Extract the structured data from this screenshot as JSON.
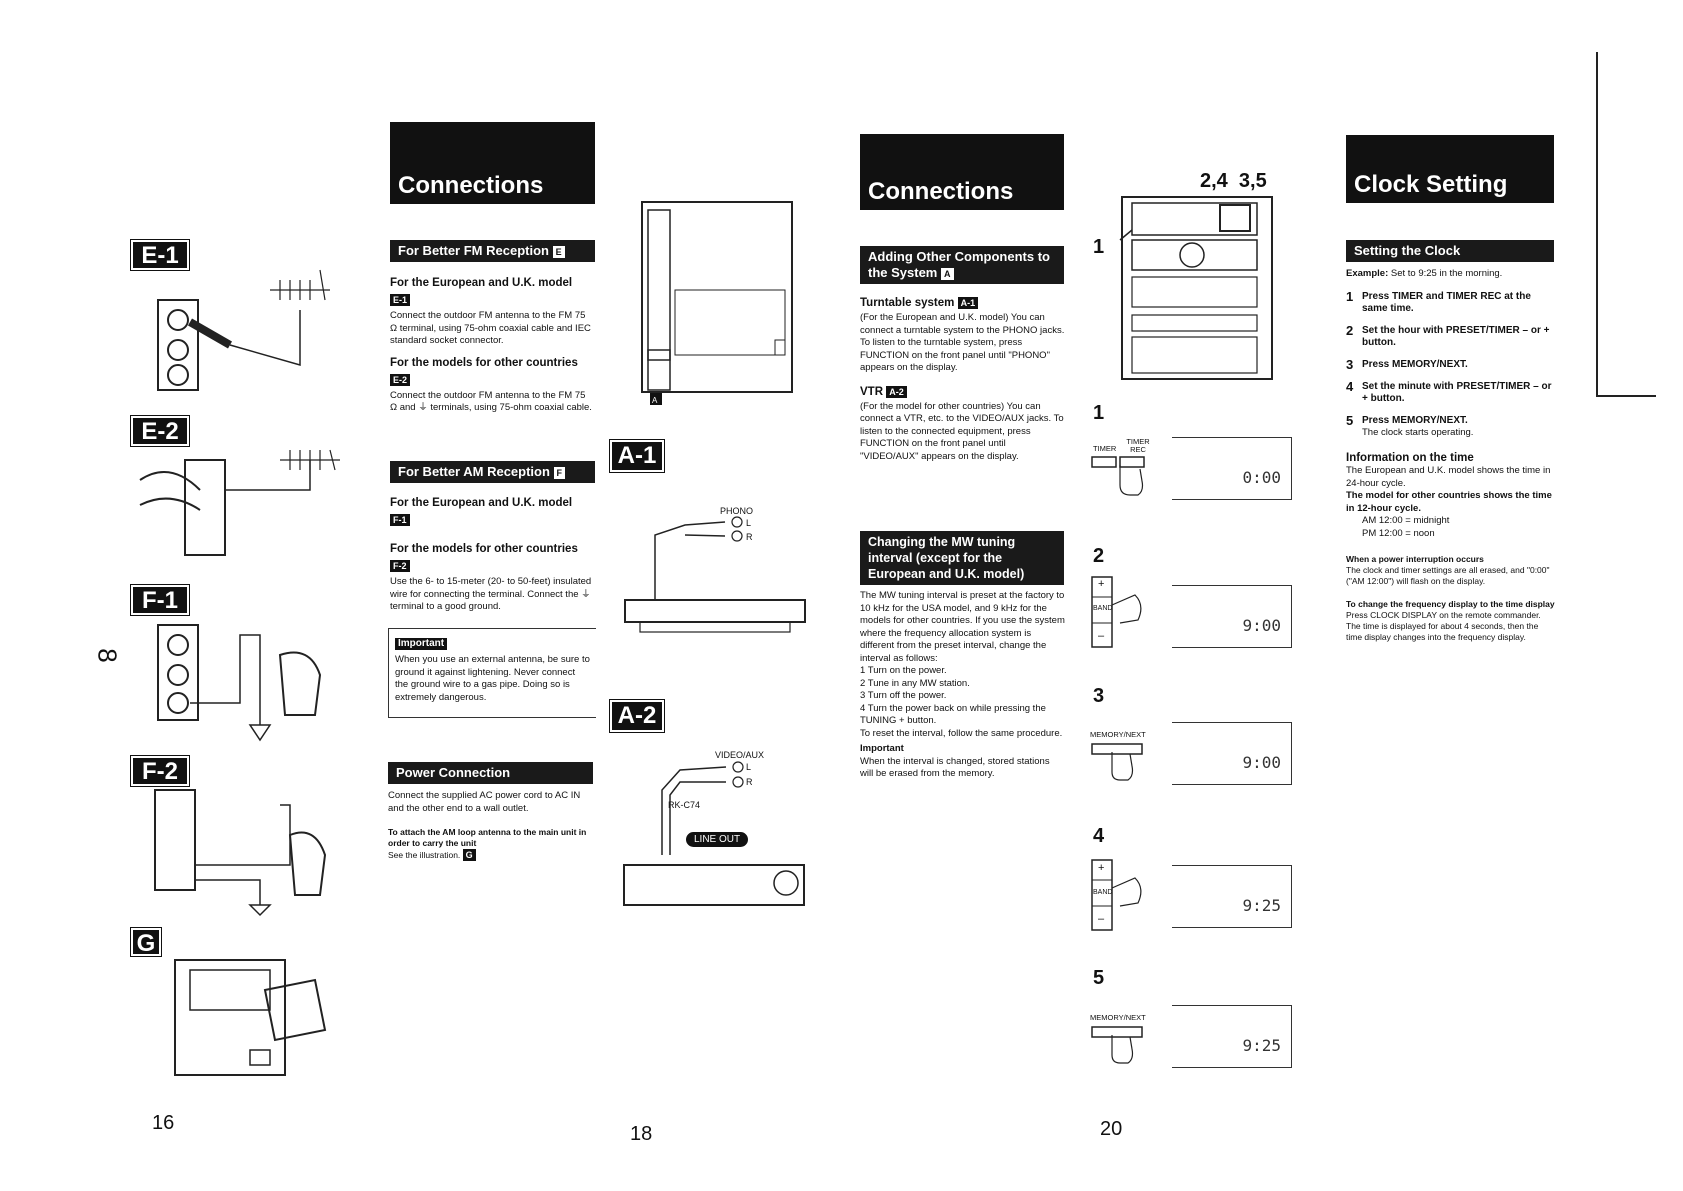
{
  "page16": {
    "page_number": "16",
    "side_marker": "8",
    "figures": [
      {
        "id": "e1",
        "label": "E-1"
      },
      {
        "id": "e2",
        "label": "E-2"
      },
      {
        "id": "f1",
        "label": "F-1"
      },
      {
        "id": "f2",
        "label": "F-2"
      },
      {
        "id": "g",
        "label": "G"
      }
    ]
  },
  "connections_left": {
    "title": "Connections",
    "fm": {
      "heading": "For Better FM Reception",
      "heading_badge": "E",
      "eu_title": "For the European and U.K. model",
      "eu_badge": "E-1",
      "eu_text": "Connect the outdoor FM antenna to the FM 75 Ω terminal, using 75-ohm coaxial cable and IEC standard socket connector.",
      "other_title": "For the models for other countries",
      "other_badge": "E-2",
      "other_text": "Connect the outdoor FM antenna to the FM 75 Ω and ⏚ terminals, using 75-ohm coaxial cable."
    },
    "am": {
      "heading": "For Better AM Reception",
      "heading_badge": "F",
      "eu_title": "For the European and U.K. model",
      "eu_badge": "F-1",
      "other_title": "For the models for other countries",
      "other_badge": "F-2",
      "other_text": "Use the 6- to 15-meter (20- to 50-feet) insulated wire for connecting the terminal. Connect the ⏚ terminal to a good ground."
    },
    "important": {
      "label": "Important",
      "text": "When you use an external antenna, be sure to ground it against lightening. Never connect the ground wire to a gas pipe. Doing so is extremely dangerous."
    },
    "power": {
      "heading": "Power Connection",
      "text": "Connect the supplied AC power cord to AC IN and the other end to a wall outlet.",
      "note_bold": "To attach the AM loop antenna to the main unit in order to carry the unit",
      "note_text": "See the illustration.",
      "note_badge": "G"
    }
  },
  "page18": {
    "page_number": "18",
    "fig_a1": "A-1",
    "fig_a2": "A-2",
    "phono": "PHONO",
    "videoaux": "VIDEO/AUX",
    "l": "L",
    "r": "R",
    "rk": "RK-C74",
    "line_out": "LINE OUT",
    "back_badge": "A"
  },
  "connections_right": {
    "title": "Connections",
    "adding": {
      "heading": "Adding Other Components to the System",
      "heading_badge": "A",
      "turntable_title": "Turntable system",
      "turntable_badge": "A-1",
      "turntable_text": "(For the European and U.K. model) You can connect a turntable system to the PHONO jacks. To listen to the turntable system, press FUNCTION on the front panel until \"PHONO\" appears on the display.",
      "vtr_title": "VTR",
      "vtr_badge": "A-2",
      "vtr_text": "(For the model for other countries) You can connect a VTR, etc. to the VIDEO/AUX jacks. To listen to the connected equipment, press FUNCTION on the front panel until \"VIDEO/AUX\" appears on the display."
    },
    "mw": {
      "heading": "Changing the MW tuning interval (except for the European and U.K. model)",
      "intro": "The MW tuning interval is preset at the factory to 10 kHz for the USA model, and 9 kHz for the models for other countries. If you use the system where the frequency allocation system is different from the preset interval, change the interval as follows:",
      "steps": [
        "1  Turn on the power.",
        "2  Tune in any MW station.",
        "3  Turn off the power.",
        "4  Turn the power back on while pressing the TUNING + button."
      ],
      "reset": "To reset the interval, follow the same procedure.",
      "important_label": "Important",
      "important_text": "When the interval is changed, stored stations will be erased from the memory."
    }
  },
  "page20": {
    "page_number": "20",
    "callout_top": "2,4  3,5",
    "callout_left": "1",
    "steps": [
      {
        "num": "1",
        "btn1": "TIMER",
        "btn2": "TIMER REC",
        "display": "0:00"
      },
      {
        "num": "2",
        "btn1": "+",
        "btn2": "BAND",
        "btn3": "–",
        "display": "9:00"
      },
      {
        "num": "3",
        "btn1": "MEMORY/NEXT",
        "display": "9:00"
      },
      {
        "num": "4",
        "btn1": "+",
        "btn2": "BAND",
        "btn3": "–",
        "display": "9:25"
      },
      {
        "num": "5",
        "btn1": "MEMORY/NEXT",
        "display": "9:25"
      }
    ]
  },
  "clock": {
    "title": "Clock Setting",
    "heading": "Setting the Clock",
    "example_label": "Example:",
    "example_text": "Set to 9:25 in the morning.",
    "steps": [
      {
        "n": "1",
        "text": "Press TIMER and TIMER REC at the same time."
      },
      {
        "n": "2",
        "text": "Set the hour with PRESET/TIMER – or + button."
      },
      {
        "n": "3",
        "text": "Press MEMORY/NEXT."
      },
      {
        "n": "4",
        "text": "Set the minute with PRESET/TIMER – or + button."
      },
      {
        "n": "5",
        "text": "Press MEMORY/NEXT."
      }
    ],
    "step5_note": "The clock starts operating.",
    "info_title": "Information on the time",
    "info_text1": "The European and U.K. model shows the time in 24-hour cycle.",
    "info_text2": "The model for other countries shows the time in 12-hour cycle.",
    "am_line": "AM 12:00 = midnight",
    "pm_line": "PM 12:00 = noon",
    "power_title": "When a power interruption occurs",
    "power_text": "The clock and timer settings are all erased, and \"0:00\" (\"AM 12:00\") will flash on the display.",
    "freq_title": "To change the frequency display to the time display",
    "freq_text": "Press CLOCK DISPLAY on the remote commander. The time is displayed for about 4 seconds, then the time display changes into the frequency display."
  }
}
